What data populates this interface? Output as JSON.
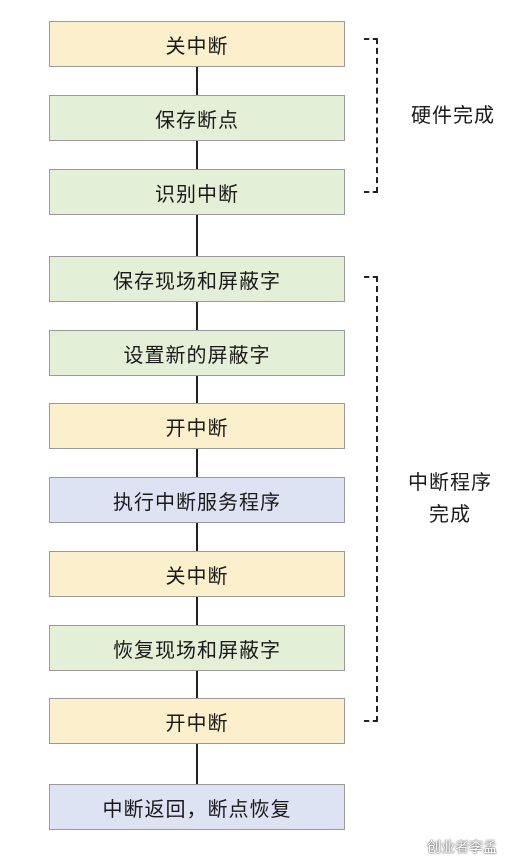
{
  "colors": {
    "yellow": "#fcf0cc",
    "green": "#e4efd8",
    "blue": "#dde3f2"
  },
  "steps": [
    {
      "label": "关中断",
      "color": "yellow"
    },
    {
      "label": "保存断点",
      "color": "green"
    },
    {
      "label": "识别中断",
      "color": "green"
    },
    {
      "label": "保存现场和屏蔽字",
      "color": "green"
    },
    {
      "label": "设置新的屏蔽字",
      "color": "green"
    },
    {
      "label": "开中断",
      "color": "yellow"
    },
    {
      "label": "执行中断服务程序",
      "color": "blue"
    },
    {
      "label": "关中断",
      "color": "yellow"
    },
    {
      "label": "恢复现场和屏蔽字",
      "color": "green"
    },
    {
      "label": "开中断",
      "color": "yellow"
    },
    {
      "label": "中断返回，断点恢复",
      "color": "blue"
    }
  ],
  "groups": [
    {
      "label_line1": "硬件完成",
      "label_line2": ""
    },
    {
      "label_line1": "中断程序",
      "label_line2": "完成"
    }
  ],
  "watermark": "创业者李孟"
}
